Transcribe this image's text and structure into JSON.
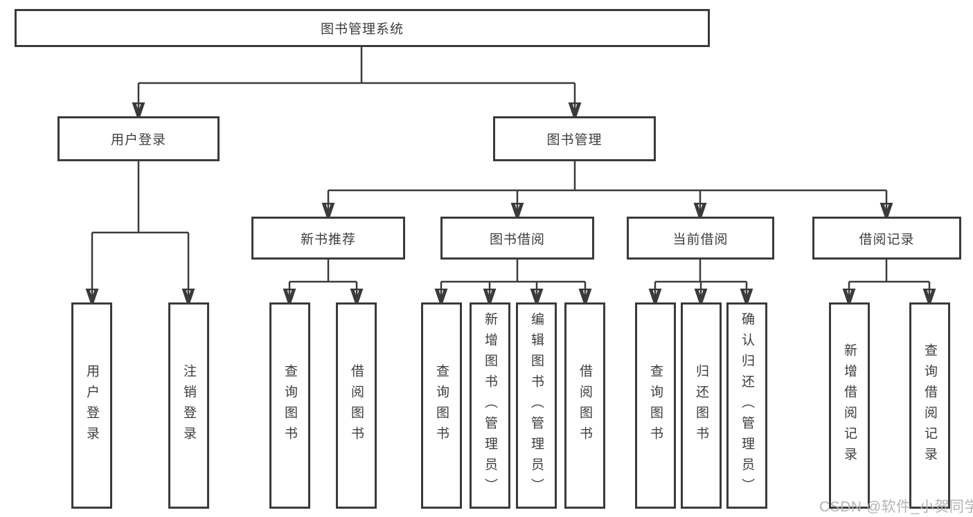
{
  "root": {
    "label": "图书管理系统"
  },
  "branches": [
    {
      "label": "用户登录",
      "children": [
        {
          "label": "用户登录"
        },
        {
          "label": "注销登录"
        }
      ]
    },
    {
      "label": "图书管理",
      "children": [
        {
          "label": "新书推荐",
          "children": [
            {
              "label": "查询图书"
            },
            {
              "label": "借阅图书"
            }
          ]
        },
        {
          "label": "图书借阅",
          "children": [
            {
              "label": "查询图书"
            },
            {
              "label": "新增图书（管理员）"
            },
            {
              "label": "编辑图书（管理员）"
            },
            {
              "label": "借阅图书"
            }
          ]
        },
        {
          "label": "当前借阅",
          "children": [
            {
              "label": "查询图书"
            },
            {
              "label": "归还图书"
            },
            {
              "label": "确认归还（管理员）"
            }
          ]
        },
        {
          "label": "借阅记录",
          "children": [
            {
              "label": "新增借阅记录"
            },
            {
              "label": "查询借阅记录"
            }
          ]
        }
      ]
    }
  ],
  "colors": {
    "line": "#3a3a3a",
    "text": "#3d3d3d",
    "background": "#ffffff",
    "watermark_text": "#b3b3b3"
  },
  "watermark": "CSDN @软件_小贺同学"
}
